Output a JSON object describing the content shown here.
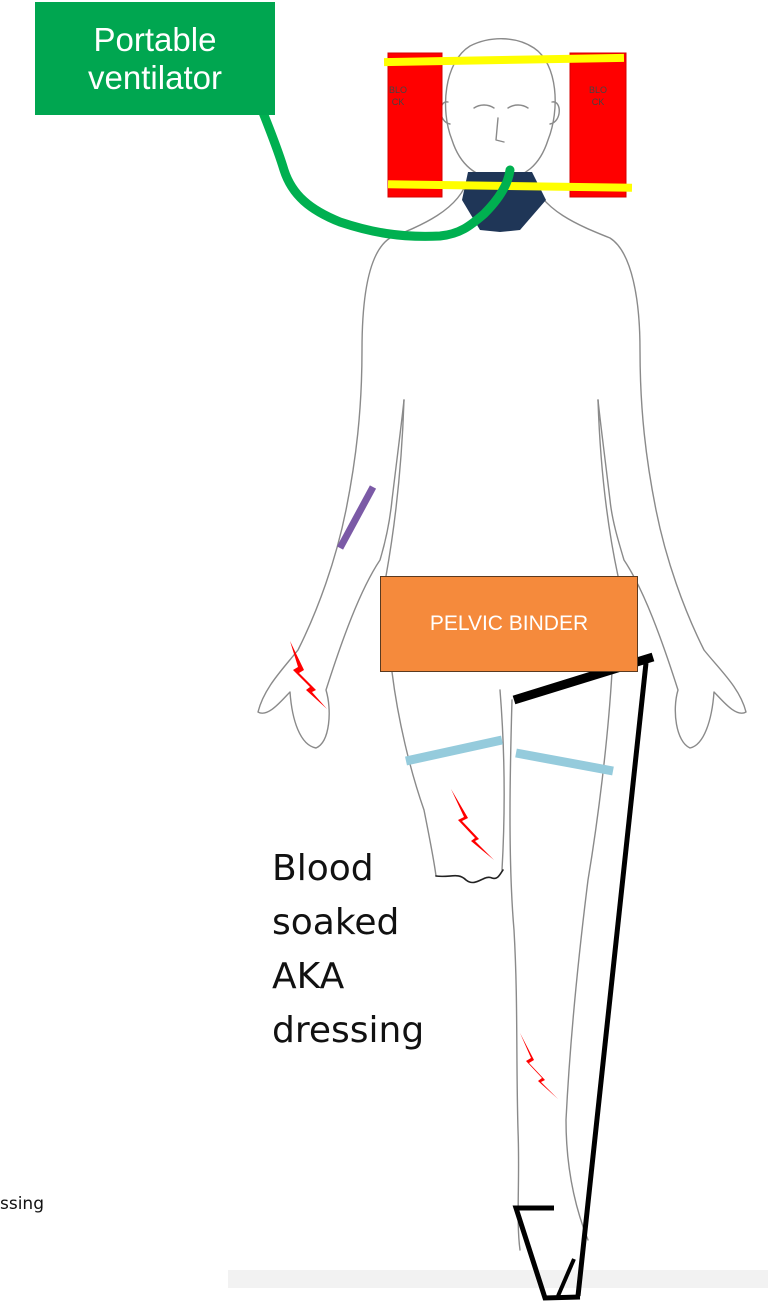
{
  "ventilator": {
    "label": "Portable ventilator",
    "color": "#00a650"
  },
  "blocks": {
    "left_label": "BLOCK",
    "right_label": "BLOCK",
    "color": "#ff0000",
    "strap_color": "#ffff00"
  },
  "collar": {
    "color": "#1f3657"
  },
  "pelvic_binder": {
    "label": "PELVIC BINDER",
    "color": "#f58a3c"
  },
  "amputation": {
    "label": "Blood soaked AKA dressing"
  },
  "clipped_text": "ssing",
  "tourniquets": {
    "color": "#95cbdc",
    "count": 2
  },
  "iv_line": {
    "color": "#7b5aa6"
  },
  "splint": {
    "color": "#000000"
  },
  "injury_marks": {
    "color": "#ff0000",
    "icon": "lightning-bolt-icon",
    "count": 3
  }
}
